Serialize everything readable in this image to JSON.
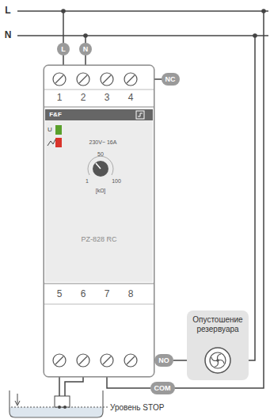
{
  "diagram": {
    "nodes": [
      {
        "text": [
          "PZ-828 RC"
        ]
      },
      {
        "text": [
          "L"
        ]
      },
      {
        "text": [
          "N"
        ]
      },
      {
        "text": [
          "NC"
        ]
      },
      {
        "text": [
          "NO"
        ]
      },
      {
        "text": [
          "COM"
        ]
      },
      {
        "text": [
          "Опустошение резервуара"
        ]
      }
    ],
    "edges": [
      {
        "from": 4,
        "to": 6,
        "arrow": "none"
      }
    ],
    "labels": [
      "L",
      "N",
      "1",
      "2",
      "3",
      "4",
      "F&F",
      "U",
      "230V~ 16A",
      "50",
      "1",
      "100",
      "[kΩ]",
      "5",
      "6",
      "7",
      "8",
      "Уровень STOP"
    ]
  }
}
